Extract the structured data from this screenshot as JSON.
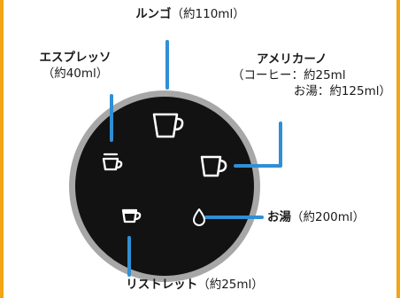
{
  "colors": {
    "accent_border": "#f2a516",
    "dial_fill": "#121212",
    "dial_rim": "#a7a7a7",
    "pointer_line": "#2f8fd5",
    "icon_color": "#ffffff",
    "text": "#1a1a1a"
  },
  "sizes": {
    "lungo": {
      "name": "ルンゴ",
      "amount": "（約110ml）",
      "icon": "large-cup-icon"
    },
    "espresso": {
      "name": "エスプレッソ",
      "amount": "（約40ml）",
      "icon": "small-cup-icon"
    },
    "americano": {
      "name": "アメリカーノ",
      "detail_line1": "（コーヒー：約25ml",
      "detail_line2": "お湯：約125ml）",
      "icon": "mug-icon"
    },
    "hot_water": {
      "name": "お湯",
      "amount": "（約200ml）",
      "icon": "water-drop-icon"
    },
    "ristretto": {
      "name": "リストレット",
      "amount": "（約25ml）",
      "icon": "tiny-cup-icon"
    }
  }
}
